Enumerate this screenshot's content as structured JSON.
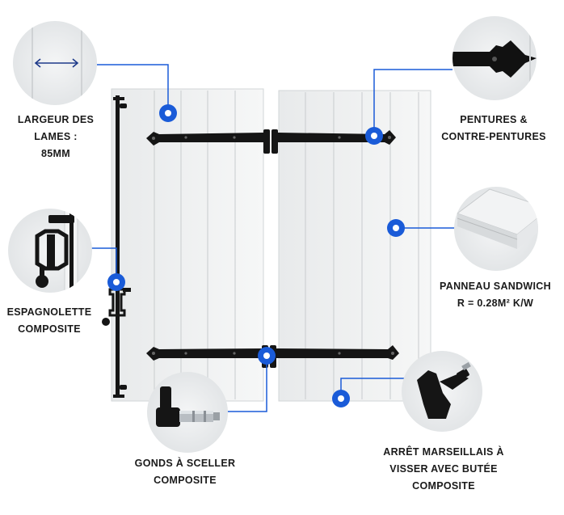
{
  "labels": {
    "largeur": {
      "line1": "LARGEUR DES",
      "line2": "LAMES :",
      "line3": "85MM"
    },
    "pentures": {
      "line1": "PENTURES &",
      "line2": "CONTRE-PENTURES"
    },
    "panneau": {
      "line1": "PANNEAU SANDWICH",
      "line2": "R = 0.28M² K/W"
    },
    "espagnolette": {
      "line1": "ESPAGNOLETTE",
      "line2": "COMPOSITE"
    },
    "gonds": {
      "line1": "GONDS À SCELLER",
      "line2": "COMPOSITE"
    },
    "arret": {
      "line1": "ARRÊT MARSEILLAIS À",
      "line2": "VISSER AVEC BUTÉE",
      "line3": "COMPOSITE"
    }
  },
  "colors": {
    "accent": "#1a5bd8",
    "panel": "#eef0f1",
    "ironwork": "#151515",
    "text": "#1a1a1a"
  },
  "icons": [
    "width-arrow-icon",
    "hinge-icon",
    "panel-corner-icon",
    "espagnolette-icon",
    "gond-icon",
    "stop-icon"
  ]
}
